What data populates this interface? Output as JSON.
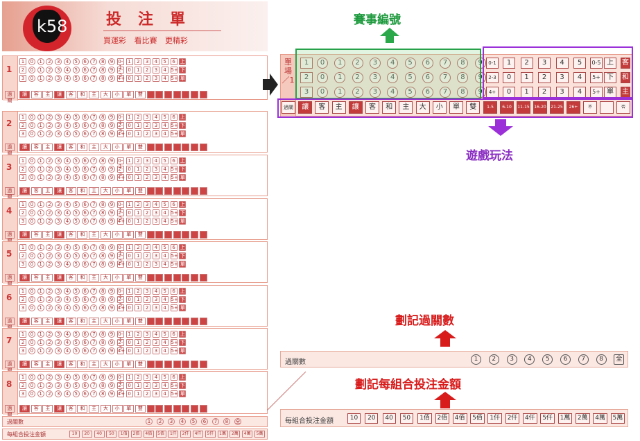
{
  "header": {
    "watermark": "k58",
    "title": "投注單",
    "subtitle": "買運彩 看比賽 更精彩"
  },
  "digits": [
    "1",
    "0",
    "1",
    "2",
    "3",
    "4",
    "5",
    "6",
    "7",
    "8",
    "9",
    "0-1",
    "1",
    "2",
    "3",
    "4",
    "5",
    "6",
    "上"
  ],
  "row2": [
    "2",
    "0",
    "1",
    "2",
    "3",
    "4",
    "5",
    "6",
    "7",
    "8",
    "9",
    "2-3",
    "0",
    "1",
    "2",
    "3",
    "4",
    "5+",
    "下"
  ],
  "row3": [
    "3",
    "0",
    "1",
    "2",
    "3",
    "4",
    "5",
    "6",
    "7",
    "8",
    "9",
    "4+",
    "0",
    "1",
    "2",
    "3",
    "4",
    "5+",
    "單"
  ],
  "market": [
    "讓",
    "客",
    "主",
    "讓",
    "客",
    "和",
    "主",
    "大",
    "小",
    "單",
    "雙"
  ],
  "market_tag": "過關",
  "sections": [
    "1",
    "2",
    "3",
    "4",
    "5",
    "6",
    "7",
    "8"
  ],
  "side_label_1": "單場",
  "annotations": {
    "game_no": "賽事編號",
    "play_type": "遊戲玩法",
    "mark_pass": "劃記過關數",
    "mark_amount": "劃記每組合投注金額"
  },
  "zoom": {
    "side": "單場／1",
    "rows": [
      {
        "no": "1",
        "nums": [
          "0",
          "1",
          "2",
          "3",
          "4",
          "5",
          "6",
          "7",
          "8",
          "9"
        ],
        "tag": "0-1",
        "opts": [
          "1",
          "2",
          "3",
          "4",
          "5"
        ],
        "end": "0-5",
        "x": "上",
        "y": "客"
      },
      {
        "no": "2",
        "nums": [
          "0",
          "1",
          "2",
          "3",
          "4",
          "5",
          "6",
          "7",
          "8",
          "9"
        ],
        "tag": "2-3",
        "opts": [
          "0",
          "1",
          "2",
          "3",
          "4"
        ],
        "end": "5+",
        "x": "下",
        "y": "和"
      },
      {
        "no": "3",
        "nums": [
          "0",
          "1",
          "2",
          "3",
          "4",
          "5",
          "6",
          "7",
          "8",
          "9"
        ],
        "tag": "4+",
        "opts": [
          "0",
          "1",
          "2",
          "3",
          "4"
        ],
        "end": "5+",
        "x": "單",
        "y": "主"
      }
    ],
    "market_row": [
      "過關",
      "讓",
      "客",
      "主",
      "讓",
      "客",
      "和",
      "主",
      "大",
      "小",
      "單",
      "雙"
    ],
    "market_extra": [
      "1-5",
      "6-10",
      "11-15",
      "16-20",
      "21-25",
      "26+",
      "不",
      "",
      "否"
    ]
  },
  "pass_bar": {
    "label": "過關數",
    "options": [
      "1",
      "2",
      "3",
      "4",
      "5",
      "6",
      "7",
      "8",
      "全"
    ]
  },
  "amount_bar": {
    "label": "每組合投注金額",
    "options": [
      "10",
      "20",
      "40",
      "50",
      "1佰",
      "2佰",
      "4佰",
      "5佰",
      "1仟",
      "2仟",
      "4仟",
      "5仟",
      "1萬",
      "2萬",
      "4萬",
      "5萬"
    ]
  },
  "left_pass": {
    "label": "過關數",
    "options": [
      "1",
      "2",
      "3",
      "4",
      "5",
      "6",
      "7",
      "8",
      "全"
    ]
  },
  "left_amount": {
    "label": "每組合投注金額",
    "options": [
      "10",
      "20",
      "40",
      "50",
      "1佰",
      "2佰",
      "4佰",
      "5佰",
      "1仟",
      "2仟",
      "4仟",
      "5仟",
      "1萬",
      "2萬",
      "4萬",
      "5萬"
    ]
  },
  "colors": {
    "accent_red": "#d81c1c",
    "green": "#1e9a3e",
    "purple": "#8a2ec2",
    "form_pink": "#fbe3dc"
  }
}
